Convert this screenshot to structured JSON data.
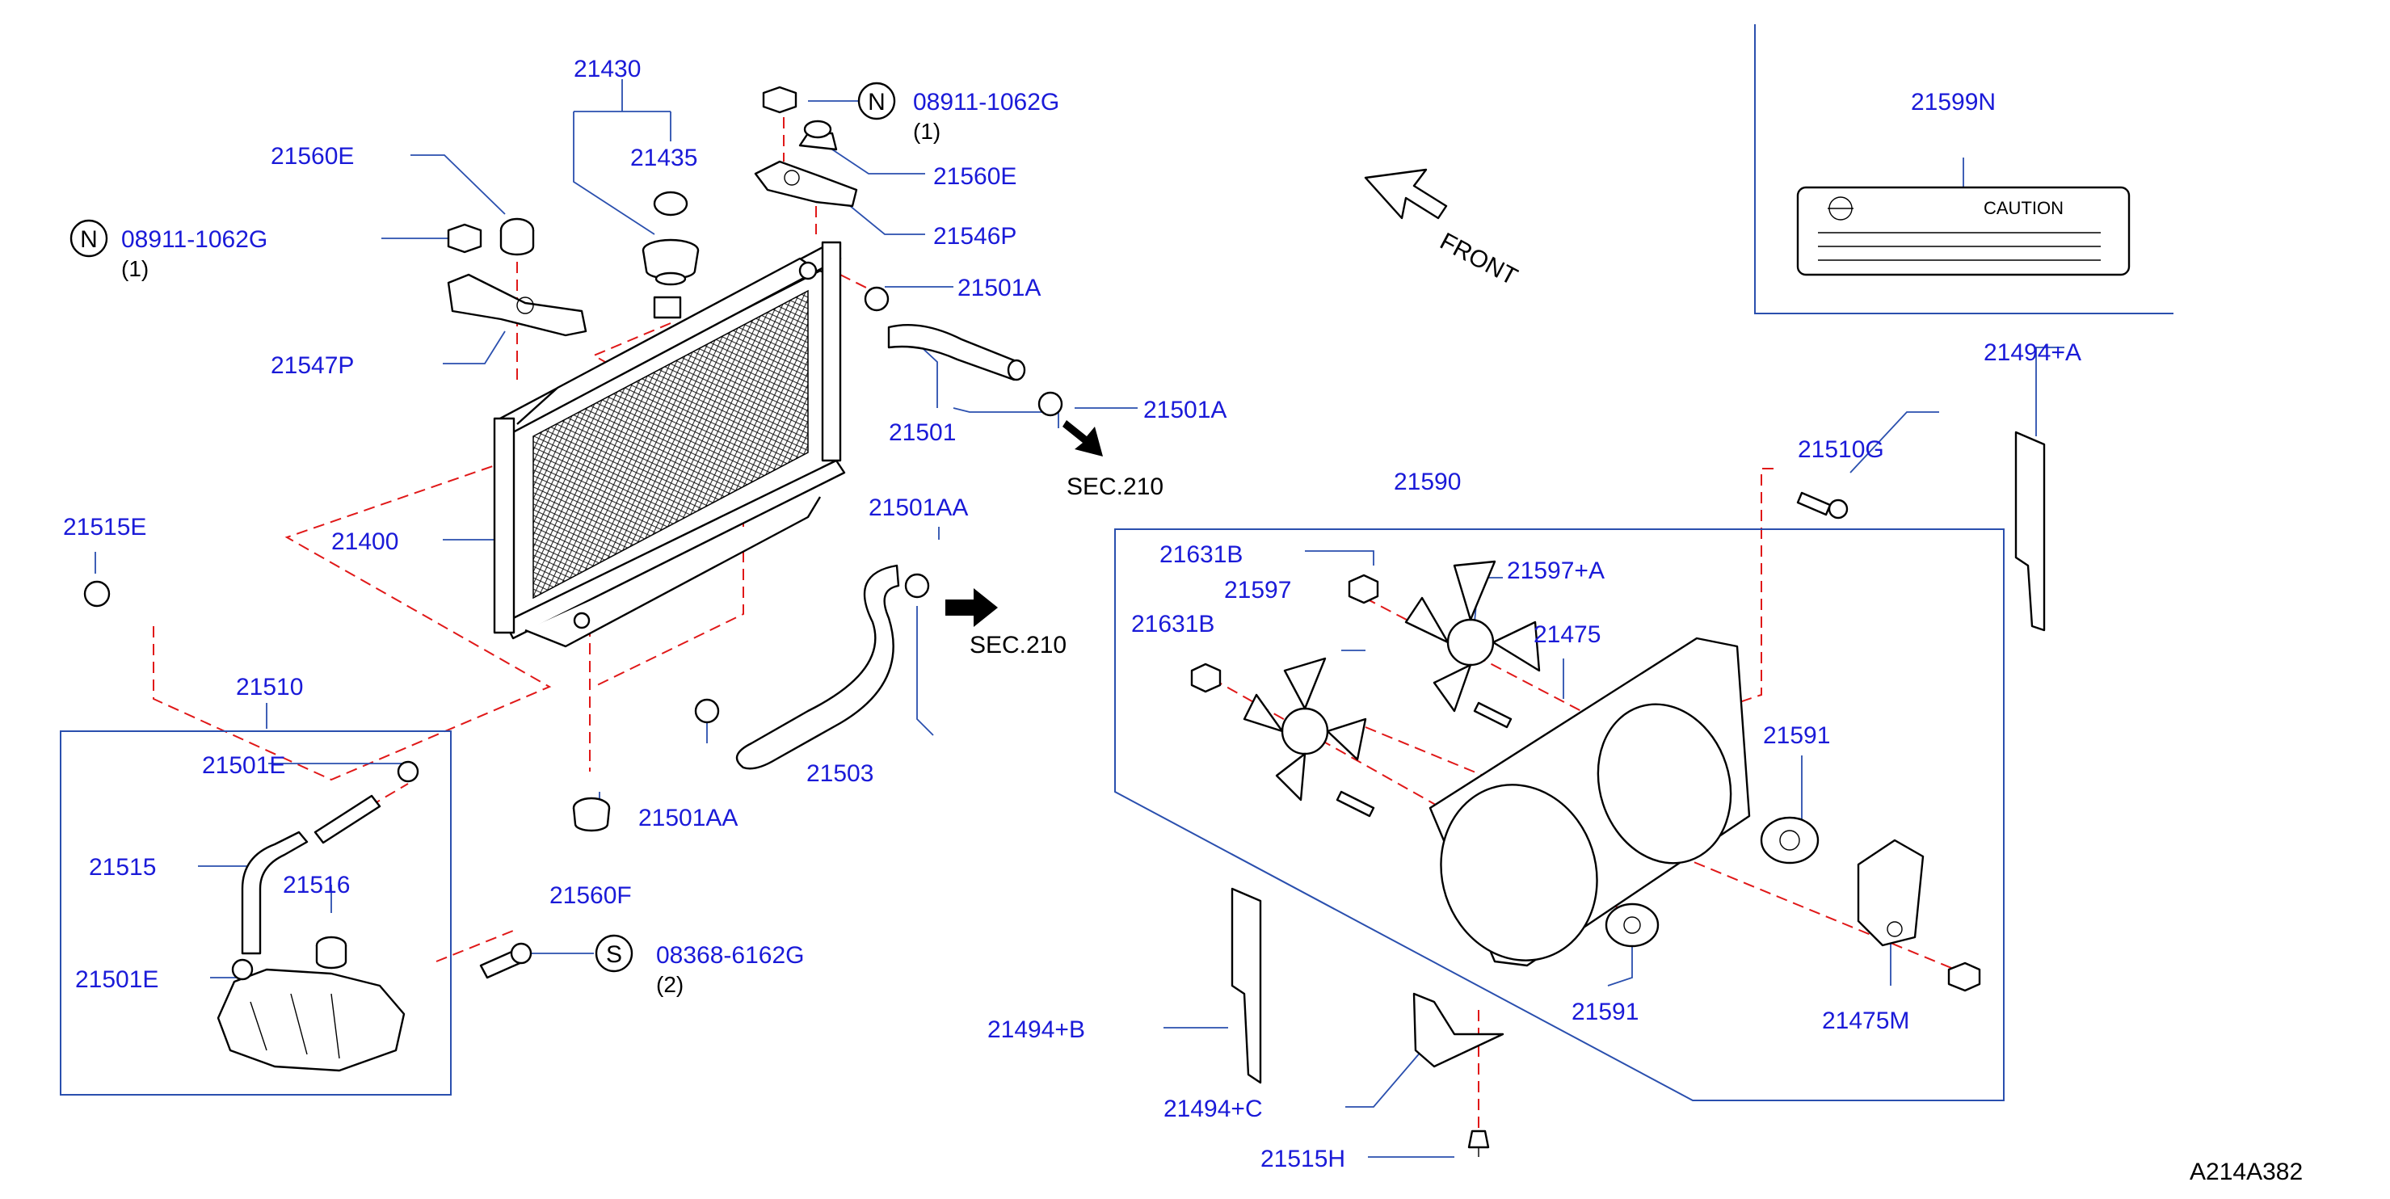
{
  "diagram_id": "A214A382",
  "front_label": "FRONT",
  "labels": {
    "p21430": "21430",
    "p21435": "21435",
    "p21560E_a": "21560E",
    "p21560E_b": "21560E",
    "p08911_a": "08911-1062G",
    "q08911_a": "(1)",
    "p08911_b": "08911-1062G",
    "q08911_b": "(1)",
    "p21547P": "21547P",
    "p21546P": "21546P",
    "p21501A_a": "21501A",
    "p21501A_b": "21501A",
    "p21501": "21501",
    "p21400": "21400",
    "p21515E": "21515E",
    "p21510": "21510",
    "p21501E_a": "21501E",
    "p21501E_b": "21501E",
    "p21515": "21515",
    "p21516": "21516",
    "p21501AA_a": "21501AA",
    "p21501AA_b": "21501AA",
    "p21503": "21503",
    "p21560F": "21560F",
    "p08368": "08368-6162G",
    "q08368": "(2)",
    "sec_a": "SEC.210",
    "sec_b": "SEC.210",
    "p21599N": "21599N",
    "caution": "CAUTION",
    "p21494A": "21494+A",
    "p21510G": "21510G",
    "p21590": "21590",
    "p21631B_a": "21631B",
    "p21631B_b": "21631B",
    "p21597": "21597",
    "p21597A": "21597+A",
    "p21475": "21475",
    "p21591_a": "21591",
    "p21591_b": "21591",
    "p21494B": "21494+B",
    "p21494C": "21494+C",
    "p21515H": "21515H",
    "p21475M": "21475M"
  },
  "symbols": {
    "n": "N",
    "s": "S"
  },
  "colors": {
    "part_number": "#1a1ad8",
    "leader": "#2a4fae",
    "dashed_line": "#e01818",
    "drawing": "#000000"
  }
}
